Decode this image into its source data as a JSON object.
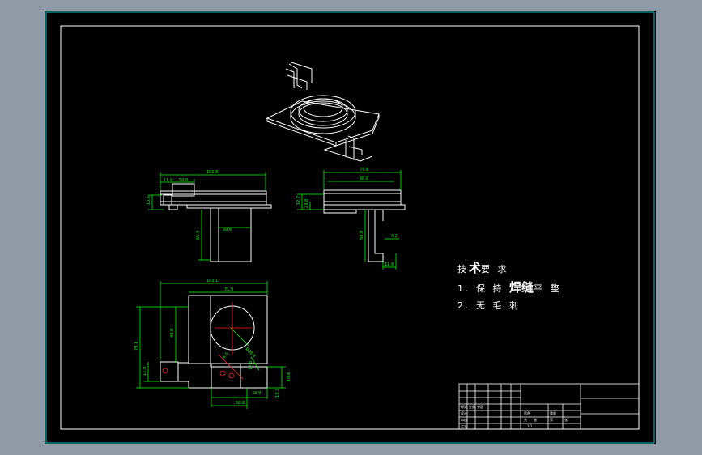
{
  "colors": {
    "app_background": "#8f9aa6",
    "sheet": "#000000",
    "frame": "#00c8c8",
    "geometry": "#ffffff",
    "dimension": "#00ff00",
    "center_line": "#ff2020"
  },
  "technical_requirements": {
    "title_a": "技",
    "title_b": "术",
    "title_c": "要 求",
    "item1_a": "1. 保 持",
    "item1_b": "焊缝",
    "item1_c": "平 整",
    "item2": "2. 无 毛 刺"
  },
  "dimensions": {
    "front_overall": "101.8",
    "front_step_a": "11.9",
    "front_step_b": "50.8",
    "front_height_left": "10.6",
    "front_leg_height": "65.4",
    "front_leg_width": "39.6",
    "side_overall": "75.8",
    "side_inner": "60.8",
    "side_h1": "12.7",
    "side_h2": "23.8",
    "side_leg_height": "58.8",
    "side_tab": "4.2",
    "side_tab_bottom": "11.9",
    "top_overall": "103.1",
    "top_center": "71.9",
    "top_height_full": "79.1",
    "top_height_hole": "48.8",
    "top_hole_dia": "Ø38.9",
    "top_small_a": "6.5",
    "top_small_b": "12.8",
    "top_left_tab": "12.9",
    "top_right_tab": "10.6",
    "top_bottom_a": "19.9",
    "top_bottom_b": "50.8",
    "top_right_small": "13.3"
  },
  "title_block": {
    "cells": [
      "标记",
      "处数",
      "分区",
      "设计",
      "审核",
      "工艺",
      "比例",
      "重量",
      "共",
      "张",
      "第",
      "张",
      "1:1"
    ]
  }
}
